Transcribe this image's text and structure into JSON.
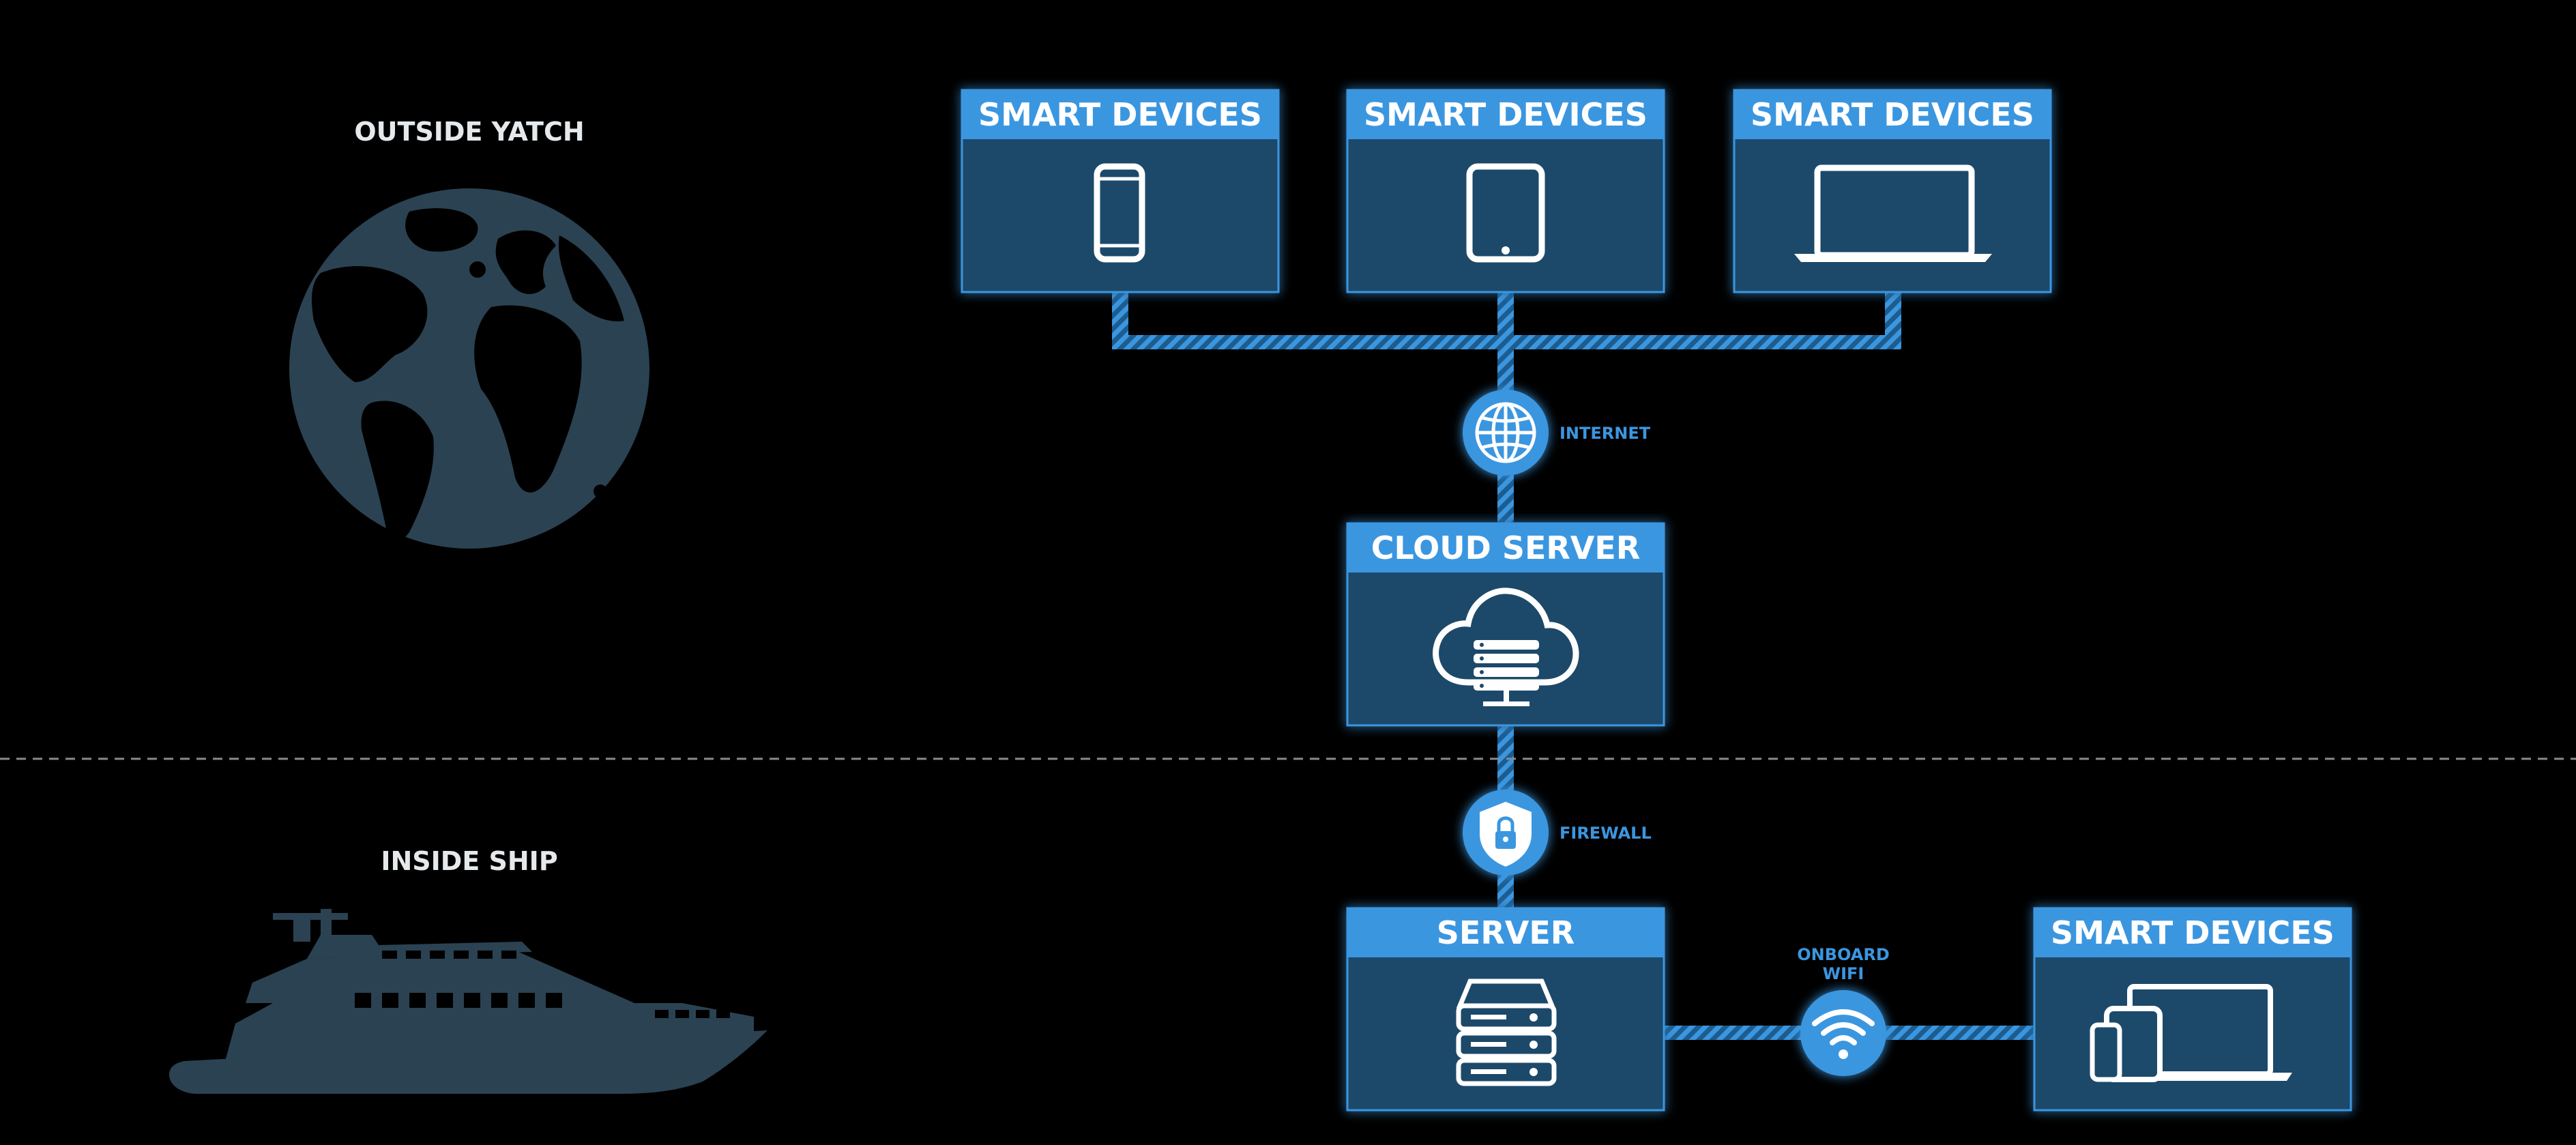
{
  "labels": {
    "outside": "OUTSIDE YATCH",
    "inside": "INSIDE SHIP"
  },
  "nodes": {
    "phone_devices": {
      "title": "SMART DEVICES",
      "icon": "smartphone-icon"
    },
    "tablet_devices": {
      "title": "SMART DEVICES",
      "icon": "tablet-icon"
    },
    "laptop_devices": {
      "title": "SMART DEVICES",
      "icon": "laptop-icon"
    },
    "cloud_server": {
      "title": "CLOUD SERVER",
      "icon": "cloud-server-icon"
    },
    "server": {
      "title": "SERVER",
      "icon": "server-rack-icon"
    },
    "onboard_devices": {
      "title": "SMART DEVICES",
      "icon": "multi-device-icon"
    }
  },
  "connectors": {
    "internet": {
      "label": "INTERNET",
      "icon": "globe-icon"
    },
    "firewall": {
      "label": "FIREWALL",
      "icon": "shield-lock-icon"
    },
    "wifi": {
      "label_line1": "ONBOARD",
      "label_line2": "WIFI",
      "icon": "wifi-icon"
    }
  },
  "colors": {
    "background": "#000000",
    "accent": "#3b96e0",
    "box_fill": "#1b4a6b",
    "silhouette": "#2b4252",
    "divider": "#8a8a8a"
  }
}
